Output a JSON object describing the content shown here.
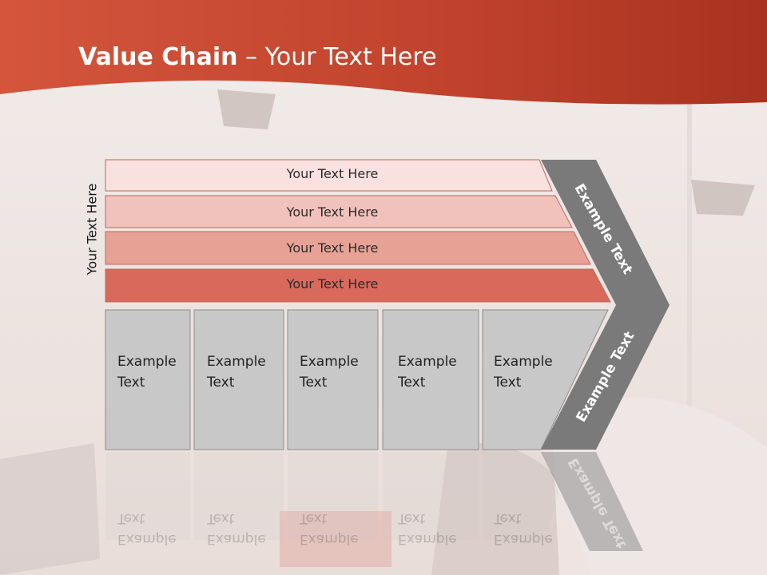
{
  "slide": {
    "title_bold": "Value Chain",
    "title_rest": " – Your Text Here",
    "vertical_label": "Your Text Here",
    "bands": [
      "Your Text Here",
      "Your Text Here",
      "Your Text Here",
      "Your Text Here"
    ],
    "boxes": [
      {
        "line1": "Example",
        "line2": "Text"
      },
      {
        "line1": "Example",
        "line2": "Text"
      },
      {
        "line1": "Example",
        "line2": "Text"
      },
      {
        "line1": "Example",
        "line2": "Text"
      },
      {
        "line1": "Example",
        "line2": "Text"
      }
    ],
    "chevron_top": "Example Text",
    "chevron_bottom": "Example Text"
  },
  "colors": {
    "header": "#c0422c",
    "band1": "#f8e1de",
    "band2": "#f1c1bb",
    "band3": "#e8a295",
    "band4": "#d9695a",
    "box": "#c8c8c8",
    "chevron": "#7a7a7a"
  }
}
